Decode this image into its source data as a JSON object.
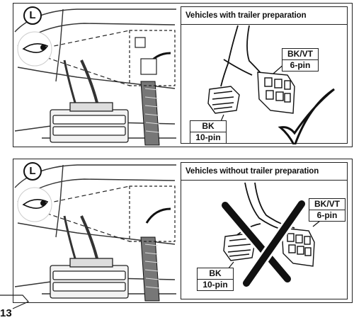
{
  "top_panel": {
    "side_badge": "L",
    "title": "Vehicles with trailer preparation",
    "connector_6pin": {
      "color": "BK/VT",
      "pins": "6-pin"
    },
    "connector_10pin": {
      "color": "BK",
      "pins": "10-pin"
    },
    "status_icon": "checkmark-icon"
  },
  "bottom_panel": {
    "side_badge": "L",
    "title": "Vehicles without trailer preparation",
    "connector_6pin": {
      "color": "BK/VT",
      "pins": "6-pin"
    },
    "connector_10pin": {
      "color": "BK",
      "pins": "10-pin"
    },
    "status_icon": "cross-icon"
  },
  "page_number": "13"
}
